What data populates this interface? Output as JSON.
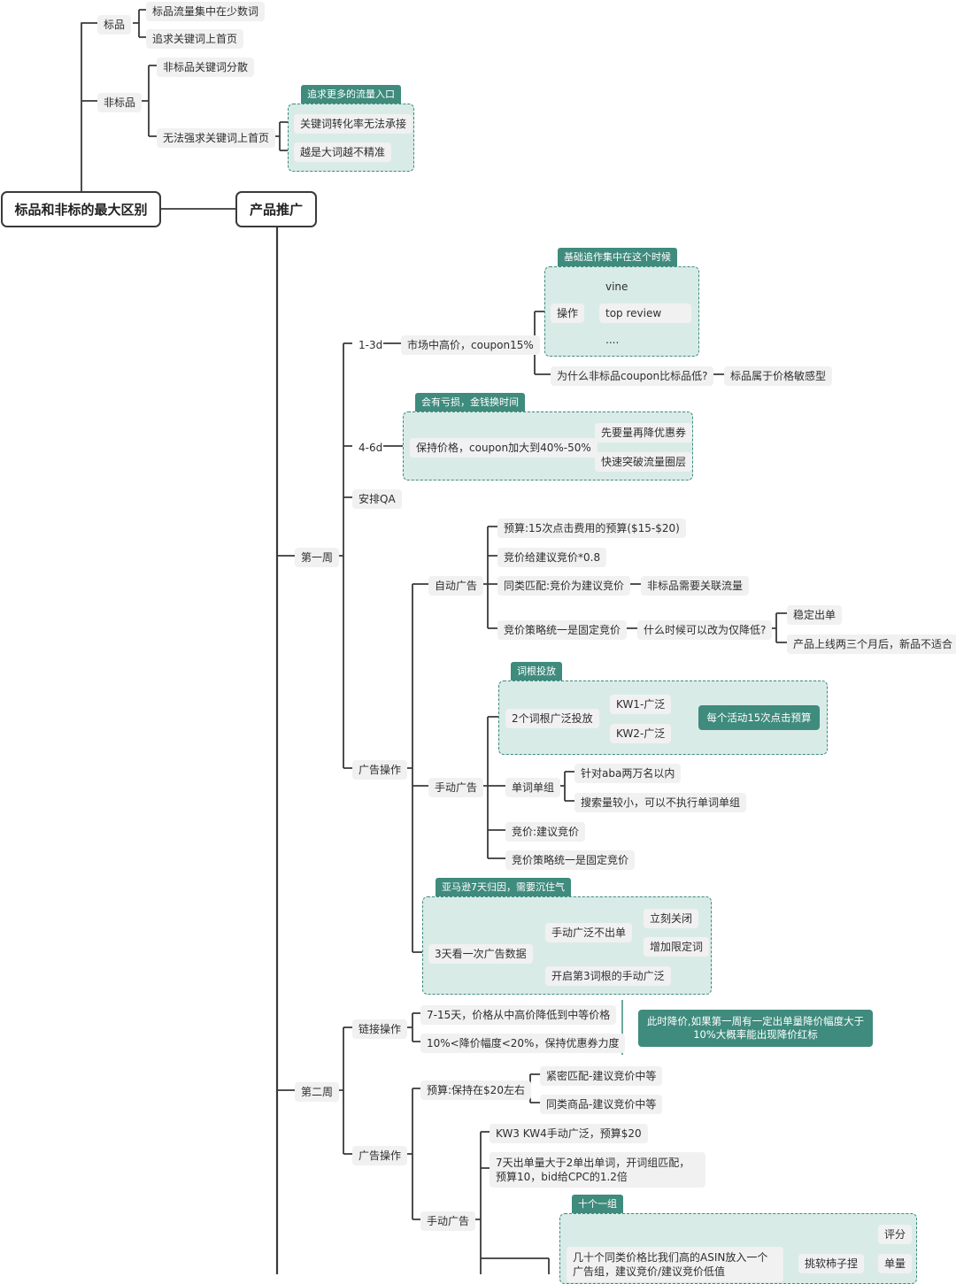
{
  "colors": {
    "accent": "#3f8b7d",
    "box_fill": "#d9ebe7",
    "line": "#3a3a3a",
    "node_bg": "#f1f1f1"
  },
  "roots": {
    "left": "标品和非标的最大区别",
    "main": "产品推广"
  },
  "top": {
    "biaopin": "标品",
    "biaopin_1": "标品流量集中在少数词",
    "biaopin_2": "追求关键词上首页",
    "feibiaopin": "非标品",
    "feibiaopin_1": "非标品关键词分散",
    "feibiaopin_2": "无法强求关键词上首页",
    "tag": "追求更多的流量入口",
    "box_1": "关键词转化率无法承接",
    "box_2": "越是大词越不精准"
  },
  "week1": {
    "label": "第一周",
    "d13": {
      "label": "1-3d",
      "price": "市场中高价，coupon15%",
      "tag": "基础追作集中在这个时候",
      "op": "操作",
      "ops": [
        "vine",
        "top review",
        "...."
      ],
      "why": "为什么非标品coupon比标品低?",
      "why_answer": "标品属于价格敏感型"
    },
    "d46": {
      "label": "4-6d",
      "tag": "会有亏损，金钱换时间",
      "keep": "保持价格，coupon加大到40%-50%",
      "items": [
        "先要量再降优惠券",
        "快速突破流量圈层"
      ]
    },
    "qa": "安排QA",
    "ads": {
      "label": "广告操作",
      "auto": {
        "label": "自动广告",
        "budget": "预算:15次点击费用的预算($15-$20)",
        "bid": "竞价给建议竞价*0.8",
        "similar": "同类匹配:竞价为建议竞价",
        "similar_note": "非标品需要关联流量",
        "strategy": "竞价策略统一是固定竞价",
        "when": "什么时候可以改为仅降低?",
        "answers": [
          "稳定出单",
          "产品上线两三个月后，新品不适合"
        ]
      },
      "manual": {
        "label": "手动广告",
        "tag": "词根投放",
        "roots": "2个词根广泛投放",
        "kws": [
          "KW1-广泛",
          "KW2-广泛"
        ],
        "note": "每个活动15次点击预算",
        "single": "单词单组",
        "single_items": [
          "针对aba两万名以内",
          "搜索量较小，可以不执行单词单组"
        ],
        "bid": "竞价:建议竞价",
        "strategy": "竞价策略统一是固定竞价"
      },
      "check": {
        "tag": "亚马逊7天归因，需要沉住气",
        "label": "3天看一次广告数据",
        "no_order": "手动广泛不出单",
        "no_order_items": [
          "立刻关闭",
          "增加限定词"
        ],
        "third": "开启第3词根的手动广泛"
      }
    }
  },
  "week2": {
    "label": "第二周",
    "link": {
      "label": "链接操作",
      "items": [
        "7-15天，价格从中高价降低到中等价格",
        "10%<降价幅度<20%，保持优惠券力度"
      ],
      "note": "此时降价,如果第一周有一定出单量降价幅度大于10%大概率能出现降价红标"
    },
    "ads": {
      "label": "广告操作",
      "budget": "预算:保持在$20左右",
      "budget_items": [
        "紧密匹配-建议竞价中等",
        "同类商品-建议竞价中等"
      ],
      "manual": {
        "label": "手动广告",
        "kw": "KW3 KW4手动广泛，预算$20",
        "seven": "7天出单量大于2单出单词，开词组匹配，预算10，bid给CPC的1.2倍",
        "tag": "十个一组",
        "asin": "几十个同类价格比我们高的ASIN放入一个广告组，建议竞价/建议竞价低值",
        "pick": "挑软柿子捏",
        "pick_items": [
          "评分",
          "单量"
        ]
      }
    }
  }
}
